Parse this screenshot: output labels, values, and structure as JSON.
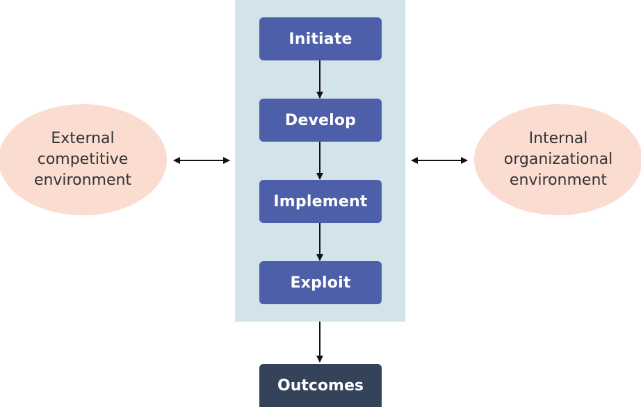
{
  "process_steps": [
    {
      "label": "Initiate"
    },
    {
      "label": "Develop"
    },
    {
      "label": "Implement"
    },
    {
      "label": "Exploit"
    }
  ],
  "outcome": {
    "label": "Outcomes"
  },
  "environments": {
    "left": {
      "label": "External\ncompetitive\nenvironment"
    },
    "right": {
      "label": "Internal\norganizational\nenvironment"
    }
  },
  "colors": {
    "step_fill": "#4e5fa9",
    "outcome_fill": "#34425a",
    "panel_fill": "#d2e3ea",
    "environment_fill": "#fbdcd1"
  }
}
